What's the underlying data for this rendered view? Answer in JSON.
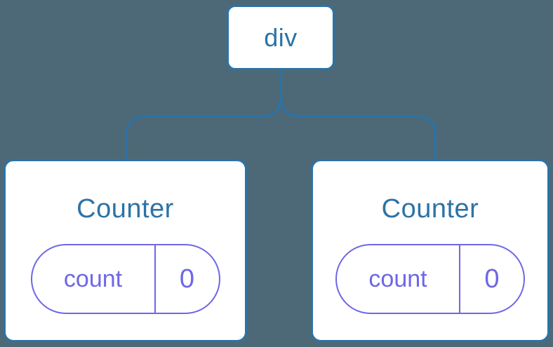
{
  "diagram": {
    "type": "component-tree",
    "root_node": {
      "label": "div"
    },
    "child_nodes": [
      {
        "title": "Counter",
        "state_pill": {
          "name": "count",
          "value": "0"
        }
      },
      {
        "title": "Counter",
        "state_pill": {
          "name": "count",
          "value": "0"
        }
      }
    ],
    "colors": {
      "background": "#4d6977",
      "node_blue": "#2c73a6",
      "state_purple": "#6e67e6",
      "card_background": "#ffffff"
    }
  }
}
